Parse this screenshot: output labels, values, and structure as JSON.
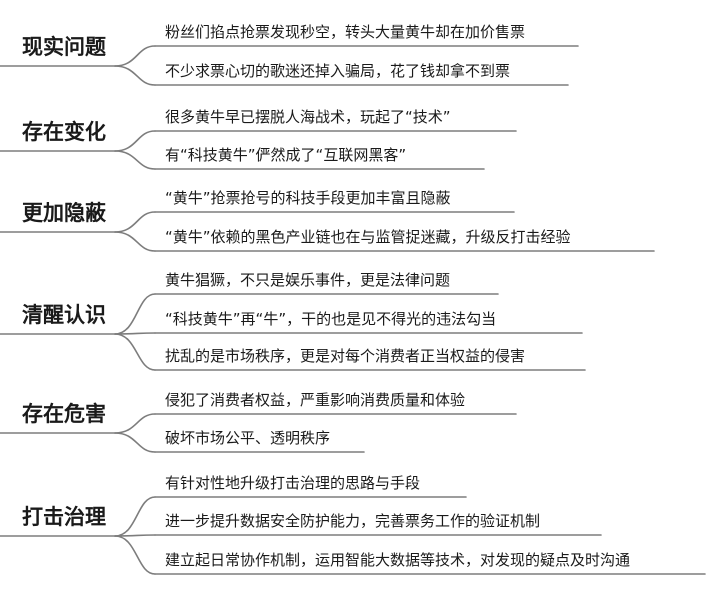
{
  "groups": [
    {
      "title": "现实问题",
      "items": [
        "粉丝们掐点抢票发现秒空，转头大量黄牛却在加价售票",
        "不少求票心切的歌迷还掉入骗局，花了钱却拿不到票"
      ]
    },
    {
      "title": "存在变化",
      "items": [
        "很多黄牛早已摆脱人海战术，玩起了“技术”",
        "有“科技黄牛”俨然成了“互联网黑客”"
      ]
    },
    {
      "title": "更加隐蔽",
      "items": [
        "“黄牛”抢票抢号的科技手段更加丰富且隐蔽",
        "“黄牛”依赖的黑色产业链也在与监管捉迷藏，升级反打击经验"
      ]
    },
    {
      "title": "清醒认识",
      "items": [
        "黄牛猖獗，不只是娱乐事件，更是法律问题",
        "“科技黄牛”再“牛”，干的也是见不得光的违法勾当",
        "扰乱的是市场秩序，更是对每个消费者正当权益的侵害"
      ]
    },
    {
      "title": "存在危害",
      "items": [
        "侵犯了消费者权益，严重影响消费质量和体验",
        "破坏市场公平、透明秩序"
      ]
    },
    {
      "title": "打击治理",
      "items": [
        "有针对性地升级打击治理的思路与手段",
        "进一步提升数据安全防护能力，完善票务工作的验证机制",
        "建立起日常协作机制，运用智能大数据等技术，对发现的疑点及时沟通"
      ]
    }
  ]
}
